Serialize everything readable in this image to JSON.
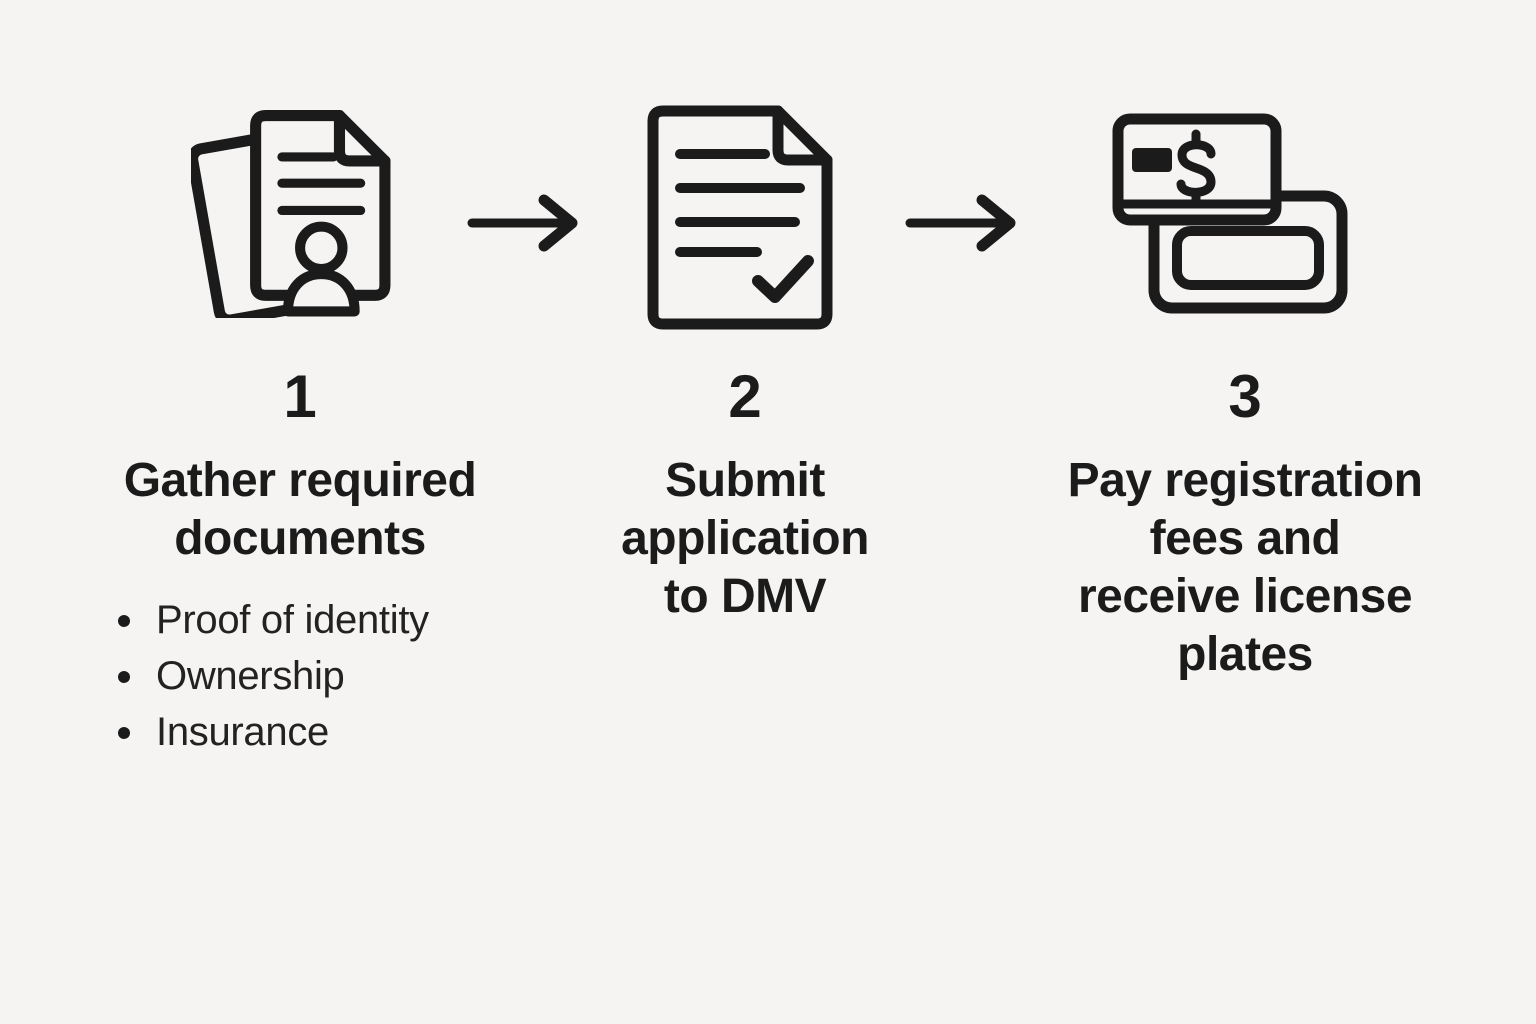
{
  "colors": {
    "background": "#f5f4f2",
    "ink": "#1b1b1b"
  },
  "steps": [
    {
      "number": "1",
      "icon": "stacked-documents-person-icon",
      "title": "Gather required documents",
      "title_lines": [
        "Gather required",
        "documents"
      ],
      "bullets": [
        "Proof of identity",
        "Ownership",
        "Insurance"
      ]
    },
    {
      "number": "2",
      "icon": "document-checkmark-icon",
      "title": "Submit application to DMV",
      "title_lines": [
        "Submit",
        "application",
        "to DMV"
      ],
      "bullets": []
    },
    {
      "number": "3",
      "icon": "credit-card-license-plate-icon",
      "title": "Pay registration fees and receive license plates",
      "title_lines": [
        "Pay registration",
        "fees and",
        "receive license",
        "plates"
      ],
      "bullets": []
    }
  ],
  "arrows": [
    {
      "name": "arrow-right"
    },
    {
      "name": "arrow-right"
    }
  ]
}
